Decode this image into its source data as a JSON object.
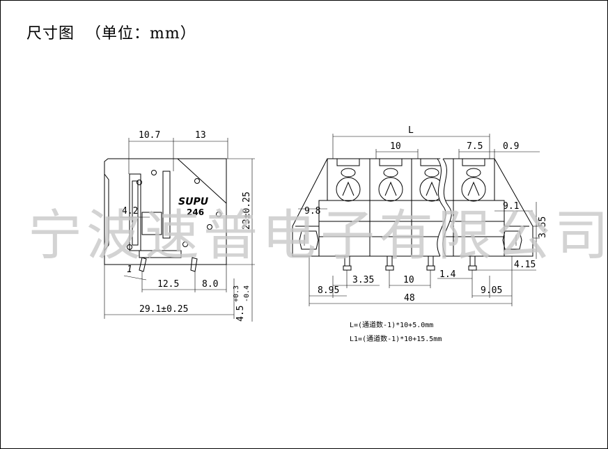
{
  "title": "尺寸图  （单位：mm）",
  "watermark": "宁波速普电子有限公司",
  "side_view": {
    "brand": "SUPU",
    "model": "246",
    "dims": {
      "top_left": "10.7",
      "top_right": "13",
      "height": "23±0.25",
      "inner": "4.2",
      "angle": "1",
      "pin_spacing": "12.5",
      "pin_to_back": "8.0",
      "depth": "29.1±0.25",
      "pin_length": "4.5",
      "pin_tol_plus": "+0.3",
      "pin_tol_minus": "-0.4"
    }
  },
  "front_view": {
    "dims": {
      "L": "L",
      "pitch_top": "10",
      "width_75": "7.5",
      "gap_09": "0.9",
      "side_98": "9.8",
      "side_91": "9.1",
      "hole_355": "3.55",
      "offset_415": "4.15",
      "offset_335": "3.35",
      "pitch_bottom": "10",
      "offset_14": "1.4",
      "offset_895": "8.95",
      "offset_905": "9.05",
      "total": "48"
    }
  },
  "notes": [
    "L=(通道数-1)*10+5.0mm",
    "L1=(通道数-1)*10+15.5mm"
  ]
}
